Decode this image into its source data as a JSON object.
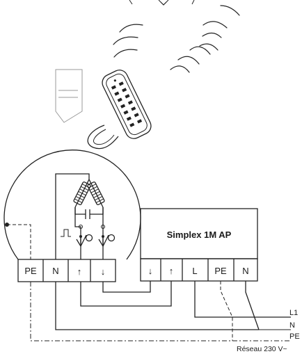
{
  "controller": {
    "name": "Simplex 1M AP",
    "terminals": [
      "↓",
      "↑",
      "L",
      "PE",
      "N"
    ]
  },
  "motor": {
    "terminals": [
      "PE",
      "N",
      "↑",
      "↓"
    ]
  },
  "supply": {
    "lines": [
      "L1",
      "N",
      "PE"
    ],
    "network_label": "Réseau 230 V~"
  },
  "icons": {
    "remote": "remote-control-icon",
    "antenna": "antenna-icon",
    "waves": "radio-waves-icon"
  }
}
